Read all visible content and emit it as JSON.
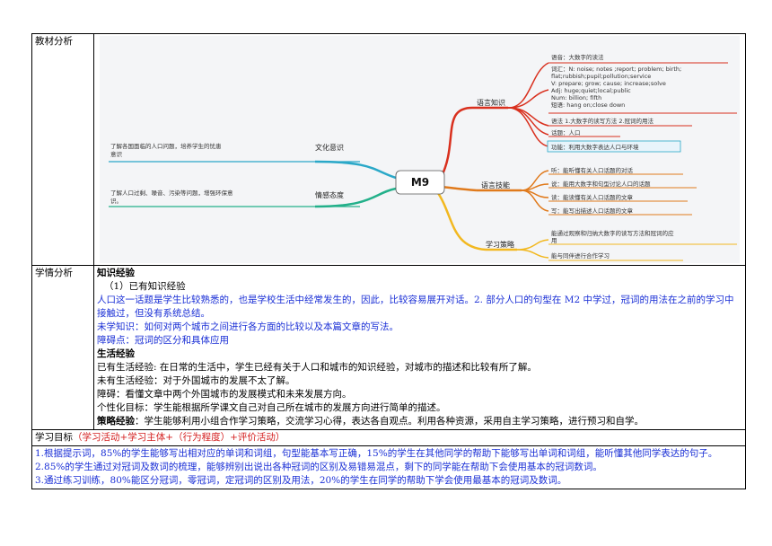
{
  "materials": {
    "label": "教材分析",
    "center": "M9",
    "branches": {
      "lang_knowledge": "语言知识",
      "lang_skills": "语言技能",
      "strategy": "学习策略",
      "culture": "文化意识",
      "attitude": "情感态度"
    },
    "knowledge_items": {
      "pronunciation": "语音：大数字的读法",
      "vocab": [
        "词汇：N: noise; notes ;report; problem; birth;",
        "flat;rubbish;pupil;pollution;service",
        "V: prepare; grow; cause; increase;solve",
        "Adj: huge;quiet;local;public",
        "Num: billion; fifth",
        "短语: hang on;close down"
      ],
      "grammar": "语法 1.大数字的读写方法 2.冠词的用法",
      "topic": "话题：人口",
      "function": "功能：利用大数字表达人口与环境"
    },
    "skill_items": [
      "听：能听懂有关人口话题的对话",
      "说：能用大数字和句型讨论人口的话题",
      "读：能读懂有关人口话题的文章",
      "写：能写出描述人口话题的文章"
    ],
    "strategy_items": [
      "能通过观察和归纳大数字的读写方法和冠词的应",
      "用",
      "能与同伴进行合作学习"
    ],
    "culture_text": [
      "了解各国面临的人口问题，培养学生的忧患",
      "意识"
    ],
    "attitude_text": [
      "了解人口过剩、噪音、污染等问题，增强环保意",
      "识。"
    ]
  },
  "learner": {
    "label": "学情分析",
    "h1": "知识经验",
    "sub1": "（1）已有知识经验",
    "p1": "人口这一话题是学生比较熟悉的，也是学校生活中经常发生的，因此，比较容易展开对话。2. 部分人口的句型在 M2 中学过，冠词的用法在之前的学习中接触过，但没有系统总结。",
    "p2": "未学知识：如何对两个城市之间进行各方面的比较以及本篇文章的写法。",
    "p3": "障碍点：冠词的区分和具体应用",
    "h2": "生活经验",
    "p4": "已有生活经验: 在日常的生活中，学生已经有关于人口和城市的知识经验，对城市的描述和比较有所了解。",
    "p5": "未有生活经验：对于外国城市的发展不太了解。",
    "p6": "障碍：看懂文章中两个外国城市的发展模式和未来发展方向。",
    "p7": "个性化目标：学生能根据所学课文自己对自己所在城市的发展方向进行简单的描述。",
    "h3": "策略经验",
    "p8": "：学生能够利用小组合作学习策略，交流学习心得，表达各自观点。利用各种资源，采用自主学习策略，进行预习和自学。"
  },
  "goals": {
    "label": "学习目标",
    "label_red": "（学习活动+学习主体+（行为程度）+评价活动）",
    "items": [
      "1.根据提示词，85%的学生能够写出相对应的单词和词组，句型能基本写正确，15%的学生在其他同学的帮助下能够写出单词和词组，能听懂其他同学表达的句子。",
      "2.85%的学生通过对冠词及数词的梳理，能够辨别出说出各种冠词的区别及易错易混点，剩下的同学能在帮助下会使用基本的冠词数词。",
      "3.通过练习训练，80%能区分冠词，零冠词，定冠词的区别及用法，20%的学生在同学的帮助下学会使用最基本的冠词及数词。"
    ]
  }
}
